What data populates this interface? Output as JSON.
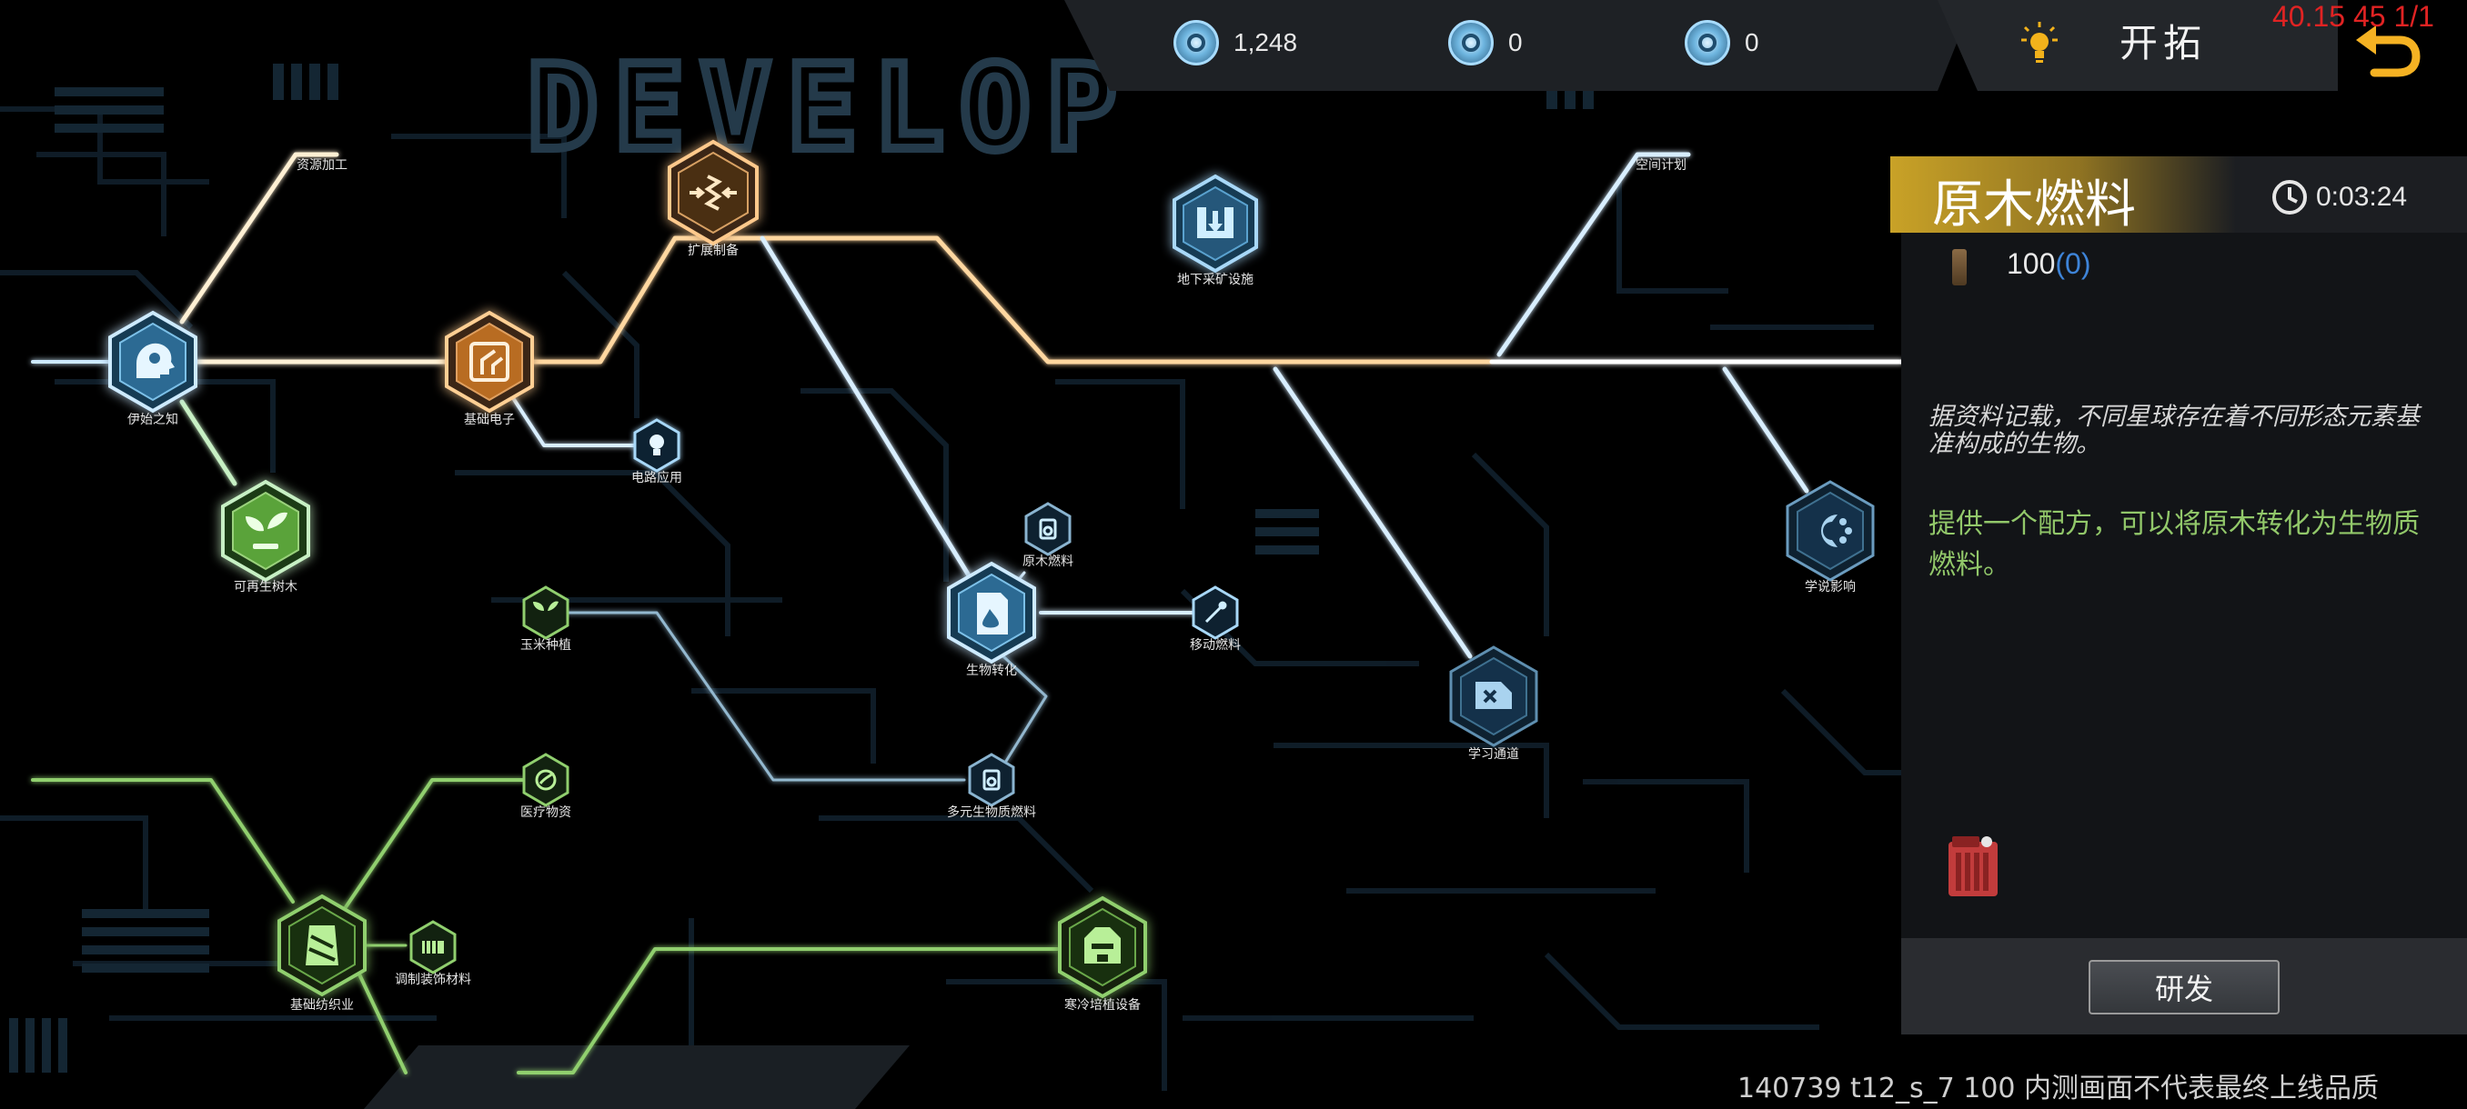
{
  "background": {
    "title_art": "DEVELOP"
  },
  "resources": [
    {
      "icon": "gear-token-icon",
      "value": "1,248"
    },
    {
      "icon": "flask-token-icon",
      "value": "0"
    },
    {
      "icon": "core-token-icon",
      "value": "0"
    }
  ],
  "header": {
    "mode_icon": "lightbulb-icon",
    "mode_title": "开拓",
    "back_icon": "return-arrow-icon",
    "debug_overlay": "40.15 45 1/1"
  },
  "tech_nodes": {
    "n_ziyuan": "资源加工",
    "n_kuorong": "扩展制备",
    "n_dixia": "地下采矿设施",
    "n_kongjian": "空间计划",
    "n_qishi": "伊始之知",
    "n_jichu": "基础电子",
    "n_dianlu": "电路应用",
    "n_kezaisheng": "可再生树木",
    "n_yuanmu": "原木燃料",
    "n_shengwu": "生物转化",
    "n_yidong": "移动燃料",
    "n_yumi": "玉米种植",
    "n_duoyuan": "多元生物质燃料",
    "n_yiliao": "医疗物资",
    "n_jichu_fangzhi": "基础纺织业",
    "n_baozhi": "调制装饰材料",
    "n_hanleng": "寒冷培植设备",
    "n_xuexi": "学习通道",
    "n_yingxiang": "学说影响"
  },
  "panel": {
    "title": "原木燃料",
    "timer": "0:03:24",
    "material_icon": "log-icon",
    "material_need": "100",
    "material_own": "(0)",
    "description_lore": "据资料记载，不同星球存在着不同形态元素基准构成的生物。",
    "description_effect": "提供一个配方，可以将原木转化为生物质燃料。",
    "unlock_item_icon": "generator-box-icon",
    "research_button": "研发"
  },
  "footer": {
    "build_watermark": "140739 t12_s_7 100  内测画面不代表最终上线品质"
  }
}
